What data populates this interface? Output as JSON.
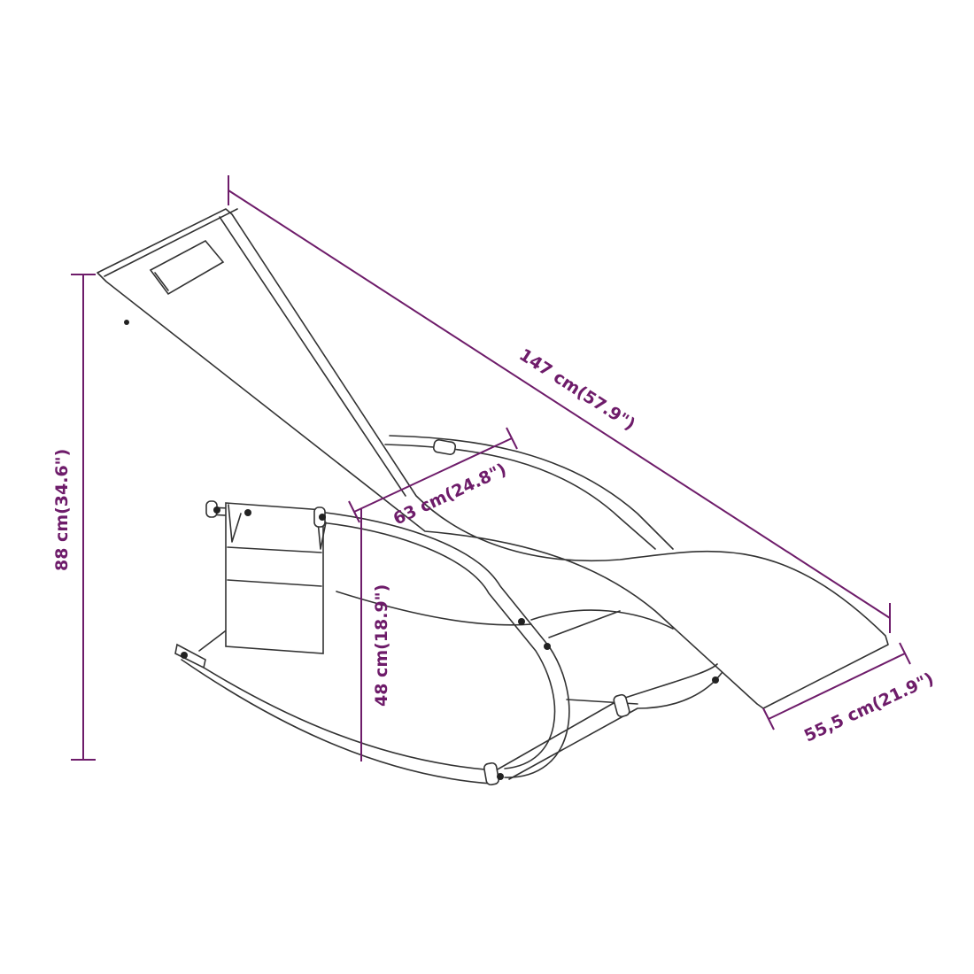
{
  "dimensions": {
    "length": "147 cm(57.9\")",
    "height": "88 cm(34.6\")",
    "seat_depth": "63 cm(24.8\")",
    "seat_height": "48 cm(18.9\")",
    "width": "55,5 cm(21.9\")"
  },
  "colors": {
    "dimension": "#6e1c6a",
    "line": "#333333"
  }
}
